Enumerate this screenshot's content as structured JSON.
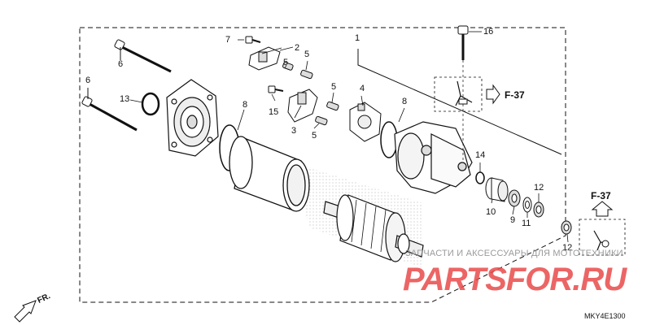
{
  "callouts": {
    "c1": "1",
    "c2": "2",
    "c3": "3",
    "c4": "4",
    "c5a": "5",
    "c5b": "5",
    "c5c": "5",
    "c5d": "5",
    "c6a": "6",
    "c6b": "6",
    "c7": "7",
    "c8a": "8",
    "c8b": "8",
    "c9": "9",
    "c10": "10",
    "c11": "11",
    "c12a": "12",
    "c12b": "12",
    "c13": "13",
    "c14": "14",
    "c15": "15",
    "c16": "16"
  },
  "refs": {
    "top": "F-37",
    "right": "F-37"
  },
  "front_label": "FR.",
  "diagram_code": "MKY4E1300",
  "watermark": {
    "text": "ЗАПЧАСТИ И АКСЕССУАРЫ ДЛЯ МОТОТЕХНИКИ",
    "logo": "PARTSFOR.RU"
  },
  "colors": {
    "line": "#111111",
    "watermark_red": "#e94b4b",
    "watermark_gray": "#9a9a9a"
  }
}
